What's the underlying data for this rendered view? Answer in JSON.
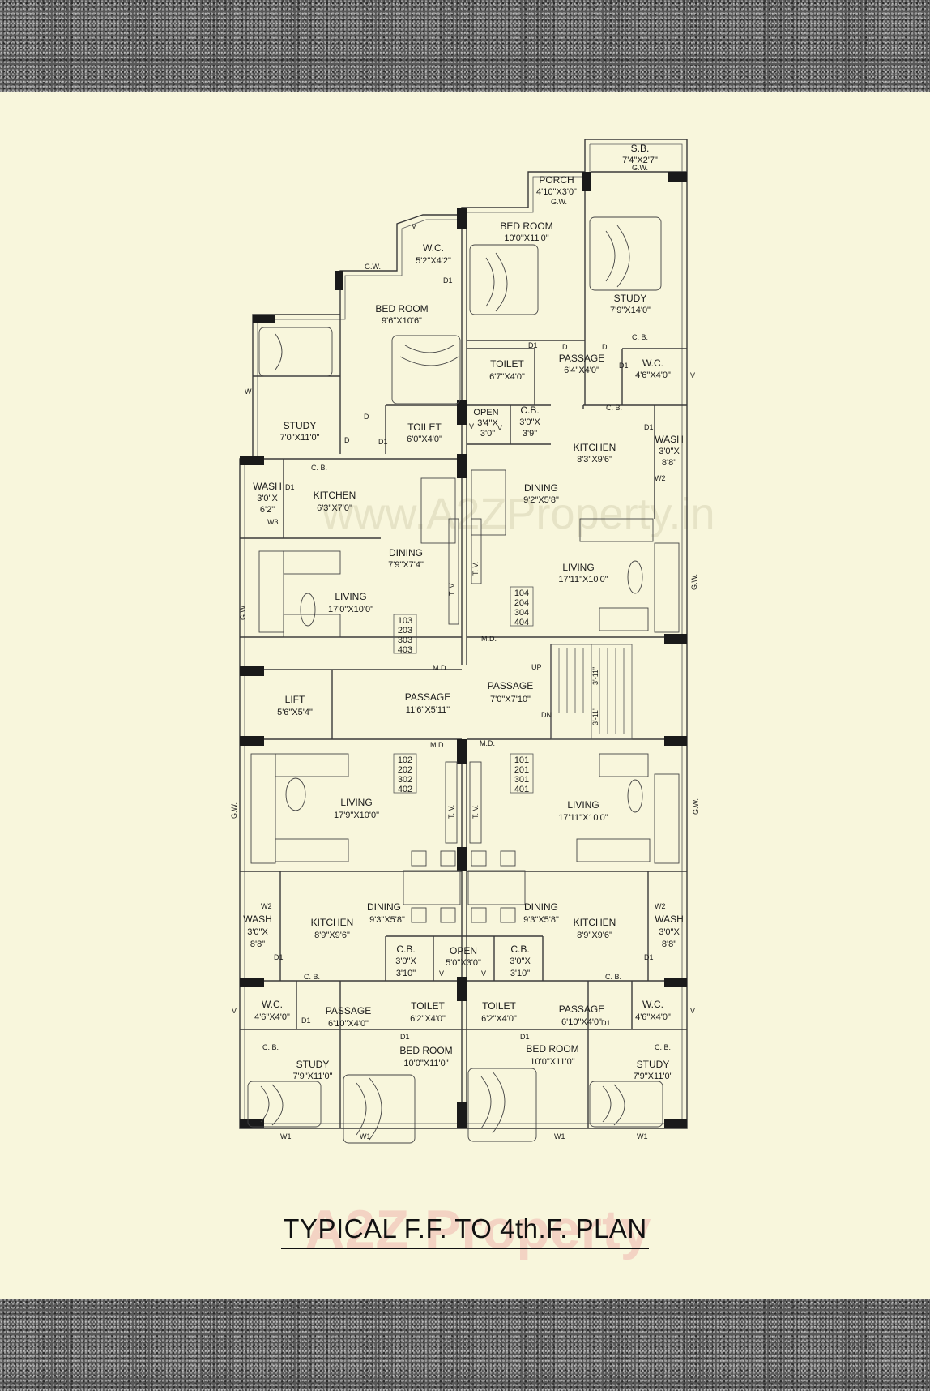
{
  "title": "TYPICAL F.F. TO 4th.F. PLAN",
  "watermark": "A2Z Property",
  "watermark_url": "www.A2ZProperty.in",
  "rooms": {
    "sb": "S.B.",
    "sb_dim": "7'4\"X2'7\"",
    "porch": "PORCH",
    "porch_dim": "4'10\"X3'0\"",
    "wc_top": "W.C.",
    "wc_top_dim": "5'2\"X4'2\"",
    "bed_top_right": "BED ROOM",
    "bed_top_right_dim": "10'0\"X11'0\"",
    "bed_top_left": "BED ROOM",
    "bed_top_left_dim": "9'6\"X10'6\"",
    "study_top_right": "STUDY",
    "study_top_right_dim": "7'9\"X14'0\"",
    "toilet_top_right": "TOILET",
    "toilet_top_right_dim": "6'7\"X4'0\"",
    "passage_top_right": "PASSAGE",
    "passage_top_right_dim": "6'4\"X4'0\"",
    "wc_top_right": "W.C.",
    "wc_top_right_dim": "4'6\"X4'0\"",
    "study_top_left": "STUDY",
    "study_top_left_dim": "7'0\"X11'0\"",
    "toilet_top_left": "TOILET",
    "toilet_top_left_dim": "6'0\"X4'0\"",
    "open_top": "OPEN",
    "open_top_dim1": "3'4\"X",
    "open_top_dim2": "3'0\"",
    "cb_top": "C.B.",
    "cb_top_dim1": "3'0\"X",
    "cb_top_dim2": "3'9\"",
    "kitchen_top_right": "KITCHEN",
    "kitchen_top_right_dim": "8'3\"X9'6\"",
    "wash_top_right": "WASH",
    "wash_top_right_dim1": "3'0\"X",
    "wash_top_right_dim2": "8'8\"",
    "wash_top_left": "WASH",
    "wash_top_left_dim1": "3'0\"X",
    "wash_top_left_dim2": "6'2\"",
    "kitchen_top_left": "KITCHEN",
    "kitchen_top_left_dim": "6'3\"X7'0\"",
    "dining_top_right": "DINING",
    "dining_top_right_dim": "9'2\"X5'8\"",
    "dining_top_left": "DINING",
    "dining_top_left_dim": "7'9\"X7'4\"",
    "living_top_right": "LIVING",
    "living_top_right_dim": "17'11\"X10'0\"",
    "living_top_left": "LIVING",
    "living_top_left_dim": "17'0\"X10'0\"",
    "lift": "LIFT",
    "lift_dim": "5'6\"X5'4\"",
    "passage_mid": "PASSAGE",
    "passage_mid_dim": "11'6\"X5'11\"",
    "passage_stair": "PASSAGE",
    "passage_stair_dim": "7'0\"X7'10\"",
    "living_bot_left": "LIVING",
    "living_bot_left_dim": "17'9\"X10'0\"",
    "living_bot_right": "LIVING",
    "living_bot_right_dim": "17'11\"X10'0\"",
    "dining_bot_left": "DINING",
    "dining_bot_left_dim": "9'3\"X5'8\"",
    "dining_bot_right": "DINING",
    "dining_bot_right_dim": "9'3\"X5'8\"",
    "kitchen_bot_left": "KITCHEN",
    "kitchen_bot_left_dim": "8'9\"X9'6\"",
    "kitchen_bot_right": "KITCHEN",
    "kitchen_bot_right_dim": "8'9\"X9'6\"",
    "wash_bot_left": "WASH",
    "wash_bot_left_dim1": "3'0\"X",
    "wash_bot_left_dim2": "8'8\"",
    "wash_bot_right": "WASH",
    "wash_bot_right_dim1": "3'0\"X",
    "wash_bot_right_dim2": "8'8\"",
    "cb_bot_left": "C.B.",
    "cb_bot_left_dim1": "3'0\"X",
    "cb_bot_left_dim2": "3'10\"",
    "cb_bot_right": "C.B.",
    "cb_bot_right_dim1": "3'0\"X",
    "cb_bot_right_dim2": "3'10\"",
    "open_bot": "OPEN",
    "open_bot_dim": "5'0\"X3'0\"",
    "wc_bot_left": "W.C.",
    "wc_bot_left_dim": "4'6\"X4'0\"",
    "wc_bot_right": "W.C.",
    "wc_bot_right_dim": "4'6\"X4'0\"",
    "passage_bot_left": "PASSAGE",
    "passage_bot_left_dim": "6'10\"X4'0\"",
    "passage_bot_right": "PASSAGE",
    "passage_bot_right_dim": "6'10\"X4'0\"",
    "toilet_bot_left": "TOILET",
    "toilet_bot_left_dim": "6'2\"X4'0\"",
    "toilet_bot_right": "TOILET",
    "toilet_bot_right_dim": "6'2\"X4'0\"",
    "study_bot_left": "STUDY",
    "study_bot_left_dim": "7'9\"X11'0\"",
    "study_bot_right": "STUDY",
    "study_bot_right_dim": "7'9\"X11'0\"",
    "bed_bot_left": "BED ROOM",
    "bed_bot_left_dim": "10'0\"X11'0\"",
    "bed_bot_right": "BED ROOM",
    "bed_bot_right_dim": "10'0\"X11'0\""
  },
  "marks": {
    "gw": "G.W.",
    "md": "M.D.",
    "cb": "C.   B.",
    "d": "D",
    "d1": "D1",
    "v": "V",
    "w": "W",
    "w1": "W1",
    "w2": "W2",
    "w3": "W3",
    "tv": "T. V.",
    "up": "UP",
    "dn": "DN",
    "stair_dim": "3'-11\""
  },
  "unit_numbers": {
    "top_left": [
      "103",
      "203",
      "303",
      "403"
    ],
    "top_right": [
      "104",
      "204",
      "304",
      "404"
    ],
    "bottom_left": [
      "102",
      "202",
      "302",
      "402"
    ],
    "bottom_right": [
      "101",
      "201",
      "301",
      "401"
    ]
  }
}
